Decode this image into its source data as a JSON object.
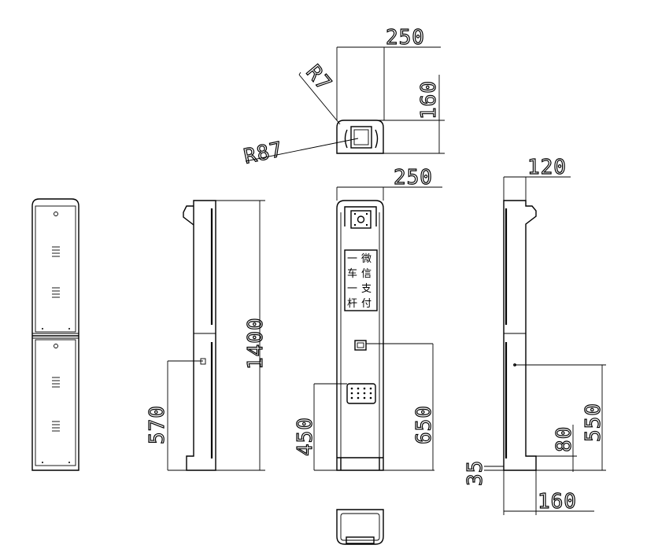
{
  "dimensions": {
    "top_width": "250",
    "top_height": "160",
    "radius_small": "R7",
    "radius_large": "R87",
    "front_width": "250",
    "side_height": "1400",
    "side_bottom": "570",
    "front_height_650": "650",
    "front_height_450": "450",
    "right_width_top": "120",
    "right_height_550": "550",
    "right_height_80": "80",
    "right_height_35": "35",
    "right_width_bottom": "160"
  },
  "sign_text": {
    "left_col": [
      "一",
      "车",
      "一",
      "杆"
    ],
    "right_col": [
      "微",
      "信",
      "支",
      "付"
    ]
  }
}
